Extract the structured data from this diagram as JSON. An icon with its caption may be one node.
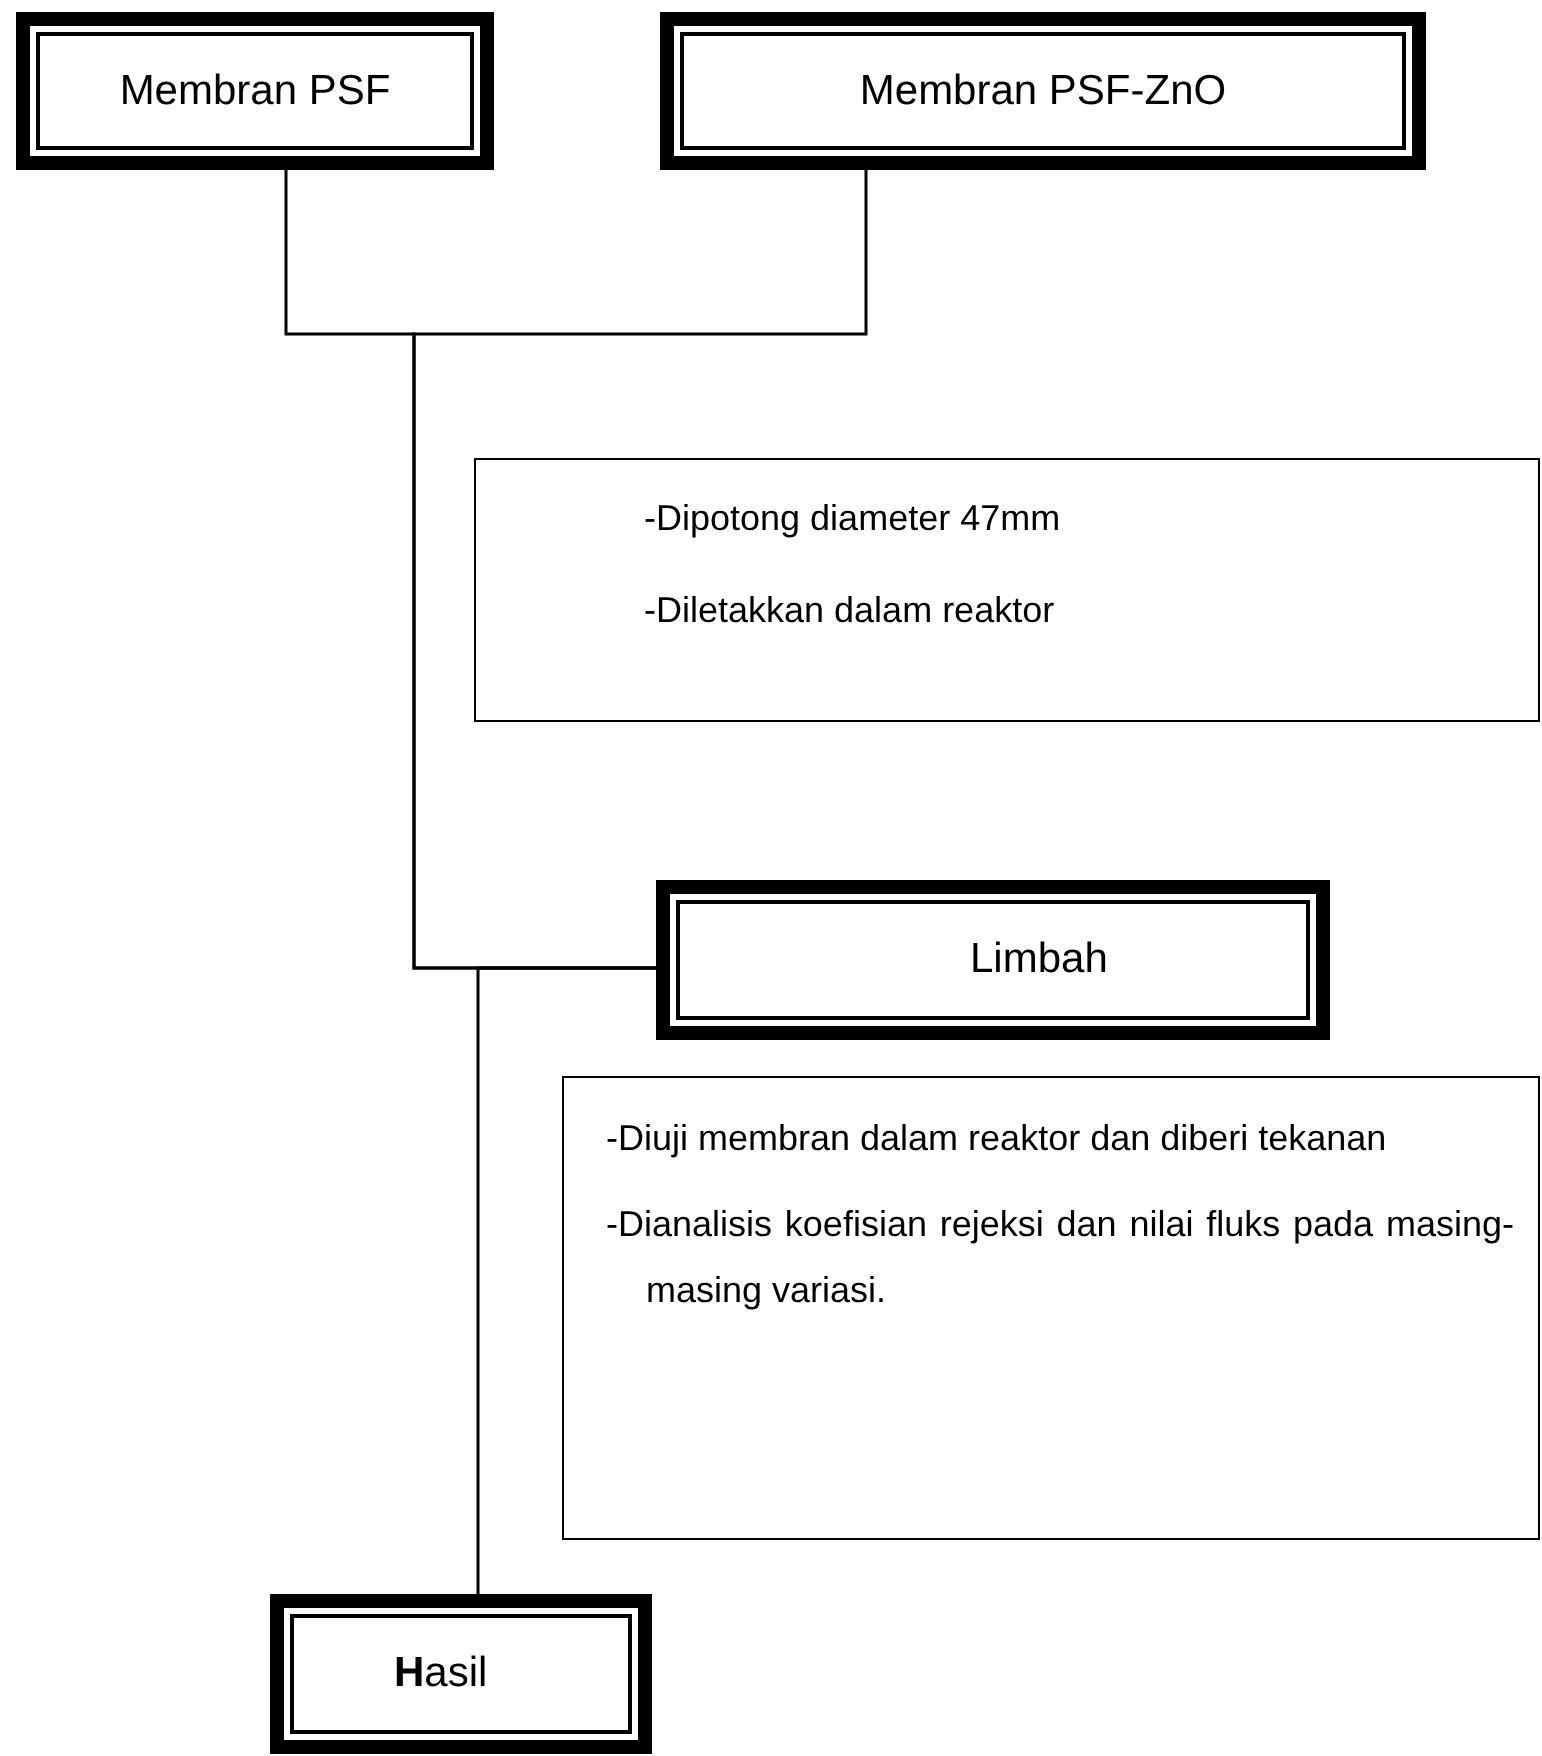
{
  "diagram": {
    "nodes": [
      {
        "text": [
          "Membran PSF"
        ]
      },
      {
        "text": [
          "Membran PSF-ZnO"
        ]
      },
      {
        "text": [
          "-Dipotong diameter 47mm",
          "-Diletakkan dalam reaktor"
        ]
      },
      {
        "text": [
          "Limbah"
        ]
      },
      {
        "text": [
          "-Diuji membran dalam reaktor dan diberi tekanan",
          "-Dianalisis koefisian rejeksi dan nilai fluks pada masing-masing variasi."
        ]
      },
      {
        "text": [
          "**H**asil"
        ]
      }
    ],
    "edges": [
      {
        "from": 0,
        "to": 3,
        "arrow": "none"
      },
      {
        "from": 1,
        "to": 3,
        "arrow": "none"
      },
      {
        "from": 3,
        "to": 5,
        "arrow": "none"
      }
    ]
  }
}
